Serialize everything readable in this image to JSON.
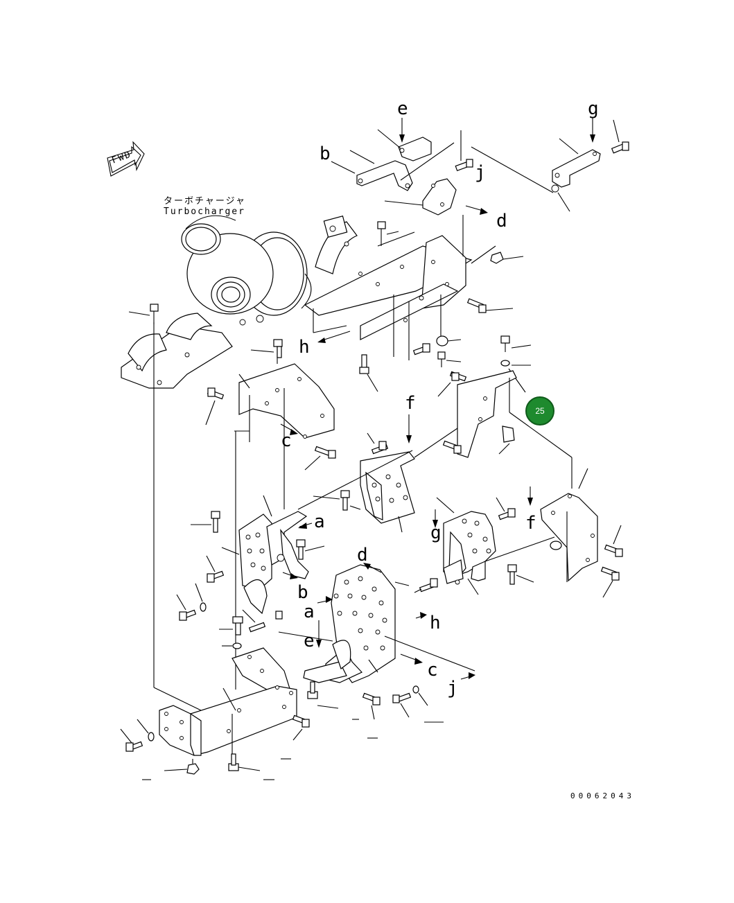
{
  "diagram": {
    "fwd_label": "FWD",
    "turbo_jp": "ターボチャージャ",
    "turbo_en": "Turbocharger",
    "letters": {
      "e_top": "e",
      "g_top": "g",
      "b_top": "b",
      "j_top": "j",
      "d_top": "d",
      "h_mid": "h",
      "f_mid": "f",
      "c_mid": "c",
      "a_left": "a",
      "a_low": "a",
      "b_low": "b",
      "g_right": "g",
      "f_right": "f",
      "d_low": "d",
      "h_low": "h",
      "e_low": "e",
      "c_low": "c",
      "j_low": "j"
    },
    "callout_number": "25",
    "drawing_code": "00062043",
    "colors": {
      "callout_fill": "#1e8a2e",
      "line": "#000000"
    }
  }
}
